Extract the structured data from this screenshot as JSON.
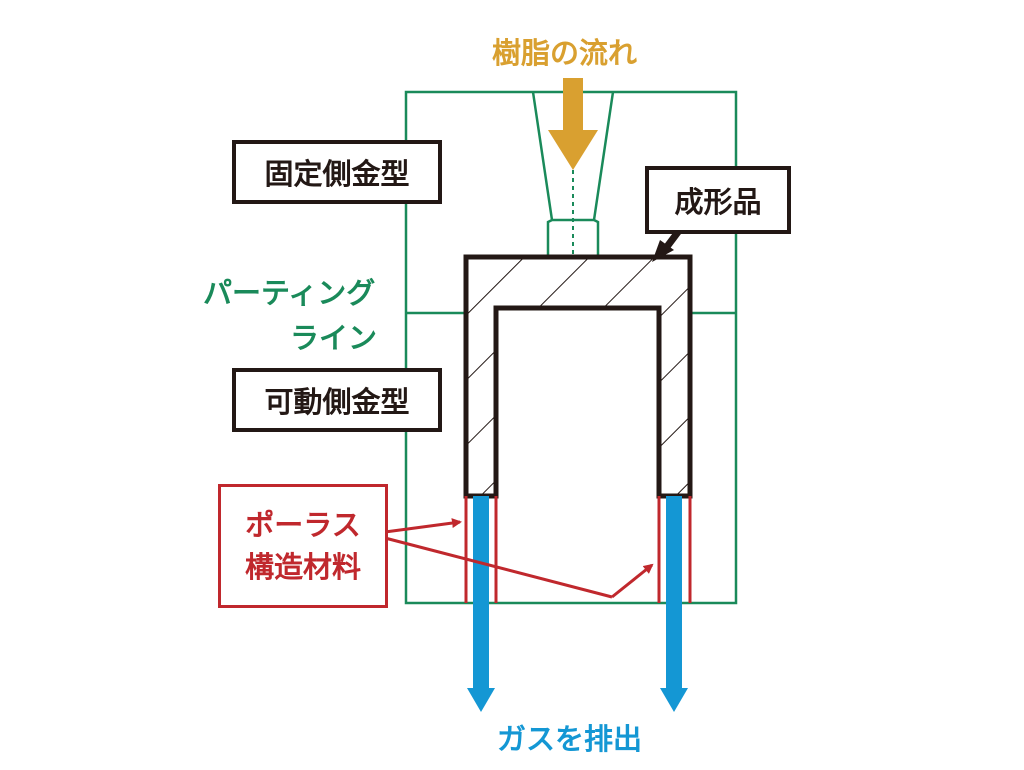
{
  "labels": {
    "resin_flow": "樹脂の流れ",
    "fixed_mold": "固定側金型",
    "molded_part": "成形品",
    "parting_line_1": "パーティング",
    "parting_line_2": "ライン",
    "movable_mold": "可動側金型",
    "porous_1": "ポーラス",
    "porous_2": "構造材料",
    "gas_exhaust": "ガスを排出"
  },
  "colors": {
    "mold_green": "#1a8a5a",
    "resin_orange": "#d9a030",
    "part_black": "#231815",
    "porous_red": "#c0282d",
    "gas_blue": "#1497d4"
  }
}
